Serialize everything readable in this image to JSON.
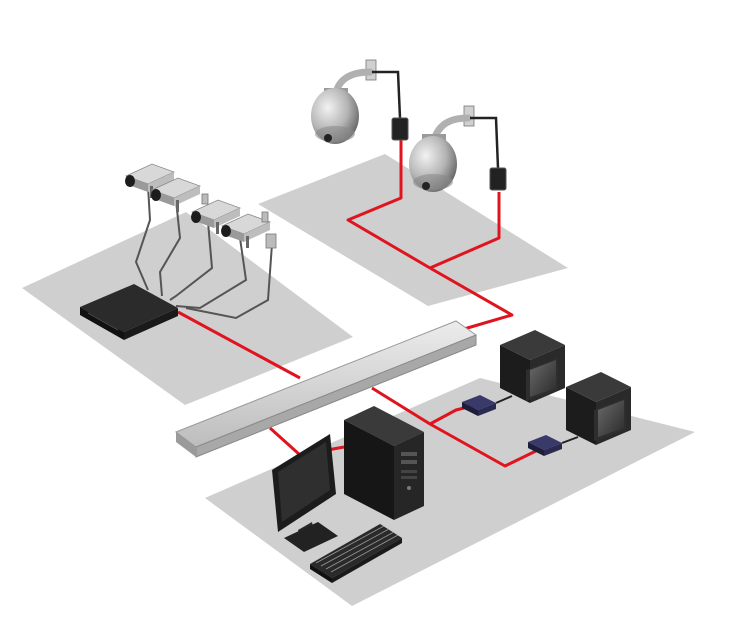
{
  "diagram": {
    "kind": "cctv-network-isometric",
    "zones": [
      {
        "id": "zone-dvr",
        "depicts": "recorder-and-fixed-cameras"
      },
      {
        "id": "zone-ptz",
        "depicts": "ptz-dome-cameras"
      },
      {
        "id": "zone-control",
        "depicts": "workstation-and-monitors"
      }
    ],
    "devices": [
      {
        "type": "fixed-camera",
        "count": 4
      },
      {
        "type": "ptz-dome-camera",
        "count": 2
      },
      {
        "type": "video-converter",
        "count": 2
      },
      {
        "type": "dvr-recorder",
        "count": 1
      },
      {
        "type": "network-backbone",
        "count": 1
      },
      {
        "type": "crt-monitor",
        "count": 2
      },
      {
        "type": "pc-tower",
        "count": 1
      },
      {
        "type": "lcd-monitor",
        "count": 1
      },
      {
        "type": "keyboard",
        "count": 1
      }
    ],
    "links": [
      {
        "from": "fixed-camera",
        "to": "dvr-recorder",
        "style": "coax"
      },
      {
        "from": "dvr-recorder",
        "to": "network-backbone",
        "style": "network"
      },
      {
        "from": "ptz-dome-camera",
        "to": "network-backbone",
        "style": "network"
      },
      {
        "from": "network-backbone",
        "to": "pc-tower",
        "style": "network"
      },
      {
        "from": "network-backbone",
        "to": "crt-monitor",
        "style": "network"
      }
    ],
    "colors": {
      "zone": "#cfcfcf",
      "network_cable": "#e0141e",
      "coax_cable": "#555555",
      "device_dark": "#1c1c1c",
      "dome_silver": "#b4b4b4",
      "backbone": "#d4d4d4"
    },
    "icons": [
      "fixed-camera-icon",
      "dome-camera-icon",
      "dvr-icon",
      "monitor-icon",
      "pc-tower-icon",
      "keyboard-icon",
      "converter-icon"
    ]
  }
}
